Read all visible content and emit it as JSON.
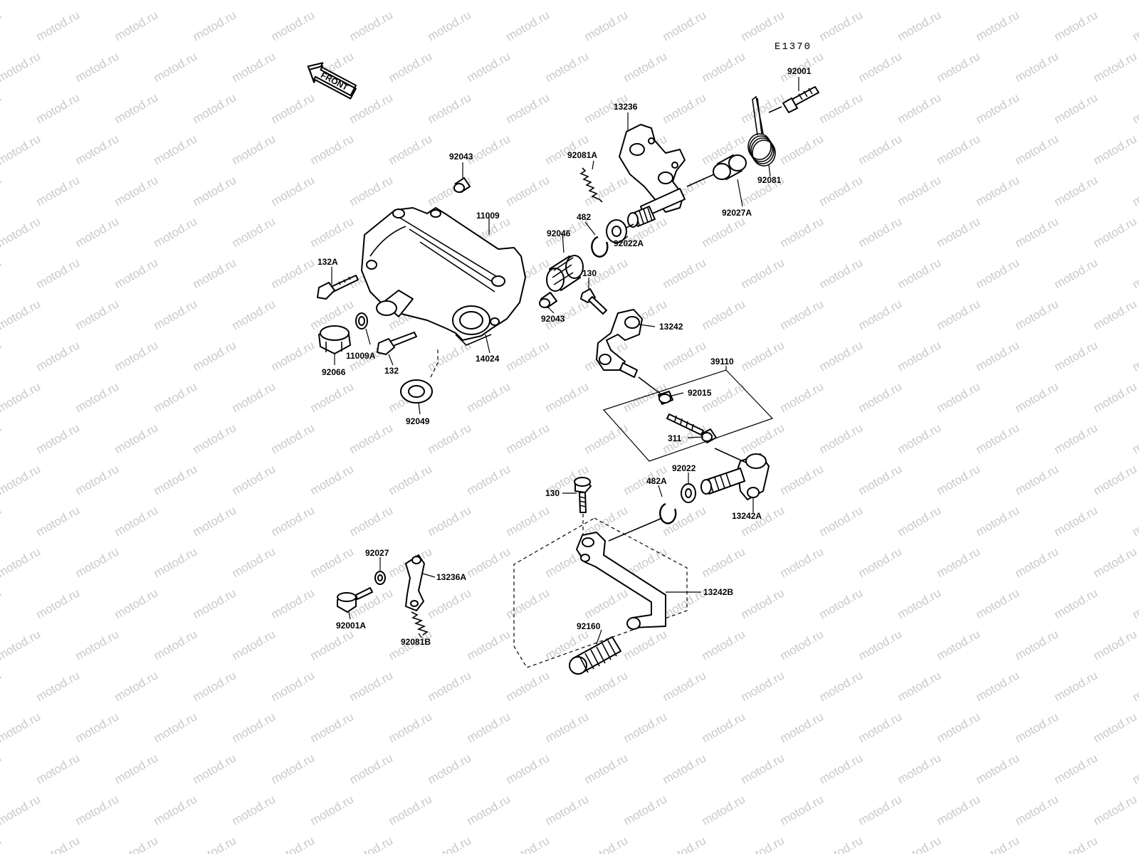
{
  "diagram_code": "E1370",
  "front_arrow_label": "FRONT",
  "watermark": "motod.ru",
  "colors": {
    "ink": "#000000",
    "paper": "#ffffff",
    "watermark": "#c9c9c9"
  },
  "parts": [
    {
      "id": "92001",
      "label": "92001"
    },
    {
      "id": "13236",
      "label": "13236"
    },
    {
      "id": "92081A",
      "label": "92081A"
    },
    {
      "id": "92043-top",
      "label": "92043"
    },
    {
      "id": "11009",
      "label": "11009"
    },
    {
      "id": "482",
      "label": "482"
    },
    {
      "id": "92046",
      "label": "92046"
    },
    {
      "id": "92022A",
      "label": "92022A"
    },
    {
      "id": "92027A",
      "label": "92027A"
    },
    {
      "id": "92081",
      "label": "92081"
    },
    {
      "id": "132A",
      "label": "132A"
    },
    {
      "id": "130-top",
      "label": "130"
    },
    {
      "id": "92043-mid",
      "label": "92043"
    },
    {
      "id": "13242",
      "label": "13242"
    },
    {
      "id": "11009A",
      "label": "11009A"
    },
    {
      "id": "132",
      "label": "132"
    },
    {
      "id": "14024",
      "label": "14024"
    },
    {
      "id": "92066",
      "label": "92066"
    },
    {
      "id": "39110",
      "label": "39110"
    },
    {
      "id": "92015",
      "label": "92015"
    },
    {
      "id": "92049",
      "label": "92049"
    },
    {
      "id": "311",
      "label": "311"
    },
    {
      "id": "92022",
      "label": "92022"
    },
    {
      "id": "482A",
      "label": "482A"
    },
    {
      "id": "130-bottom",
      "label": "130"
    },
    {
      "id": "13242A",
      "label": "13242A"
    },
    {
      "id": "92027",
      "label": "92027"
    },
    {
      "id": "13236A",
      "label": "13236A"
    },
    {
      "id": "13242B",
      "label": "13242B"
    },
    {
      "id": "92001A",
      "label": "92001A"
    },
    {
      "id": "92160",
      "label": "92160"
    },
    {
      "id": "92081B",
      "label": "92081B"
    }
  ]
}
